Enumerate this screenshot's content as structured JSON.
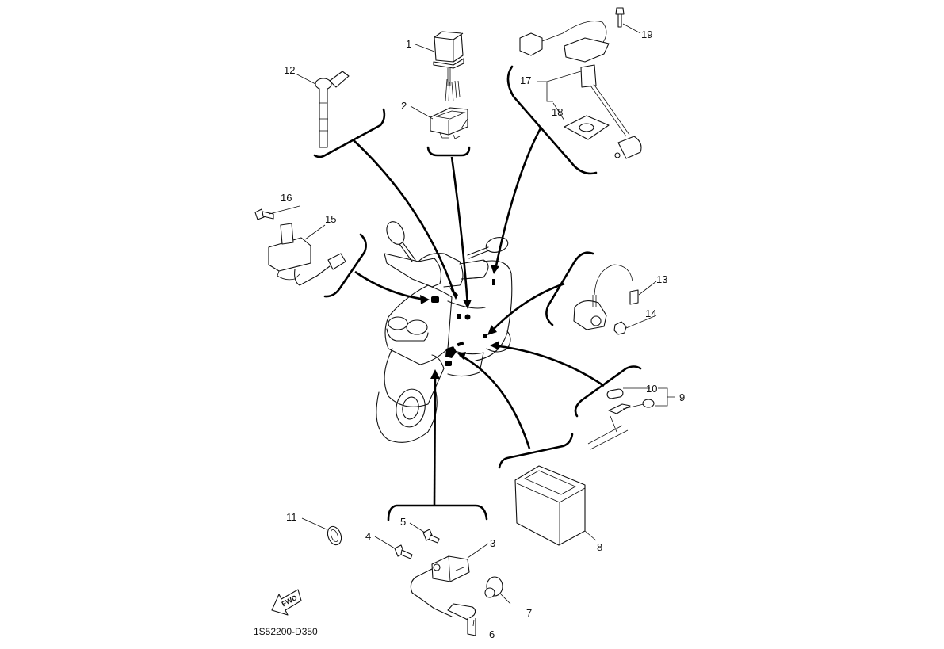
{
  "diagram": {
    "title": "Electrical parts exploded view",
    "figure_code": "1S52200-D350",
    "direction_label": "FWD",
    "callouts": [
      {
        "id": "1",
        "name": "part-1-relay"
      },
      {
        "id": "2",
        "name": "part-2-relay-holder"
      },
      {
        "id": "3",
        "name": "part-3-ignition-coil"
      },
      {
        "id": "4",
        "name": "part-4-bolt"
      },
      {
        "id": "5",
        "name": "part-5-bolt"
      },
      {
        "id": "6",
        "name": "part-6-spark-plug-cap"
      },
      {
        "id": "7",
        "name": "part-7-cap-cover"
      },
      {
        "id": "8",
        "name": "part-8-battery"
      },
      {
        "id": "9",
        "name": "part-9-fuse-holder-assy"
      },
      {
        "id": "10",
        "name": "part-10-fuse"
      },
      {
        "id": "11",
        "name": "part-11-circlip"
      },
      {
        "id": "12",
        "name": "part-12-plug-lead"
      },
      {
        "id": "13",
        "name": "part-13-connector"
      },
      {
        "id": "14",
        "name": "part-14-nut"
      },
      {
        "id": "15",
        "name": "part-15-rectifier-regulator"
      },
      {
        "id": "16",
        "name": "part-16-bolt"
      },
      {
        "id": "17",
        "name": "part-17-fuel-sender-unit"
      },
      {
        "id": "18",
        "name": "part-18-gasket"
      },
      {
        "id": "19",
        "name": "part-19-screw"
      }
    ]
  }
}
